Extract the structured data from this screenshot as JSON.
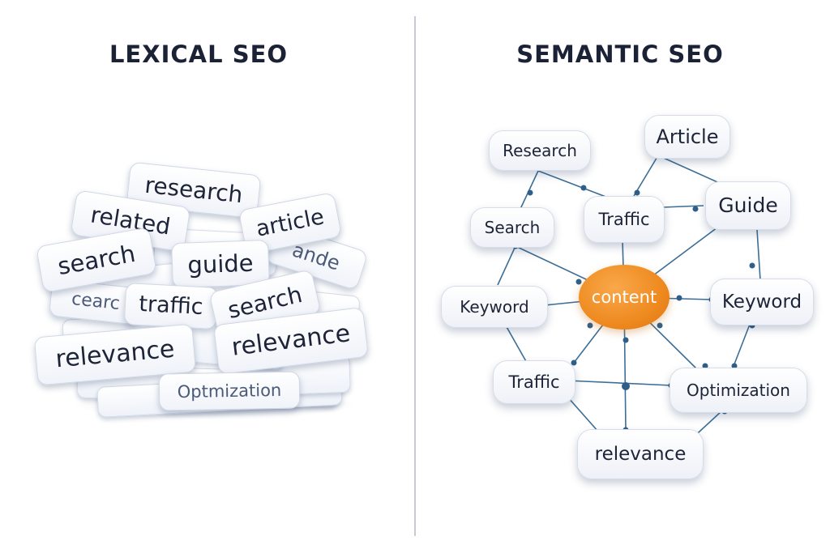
{
  "lexical": {
    "title": "LEXICAL SEO",
    "tags": {
      "research": "research",
      "related": "related",
      "article": "article",
      "search": "search",
      "guide": "guide",
      "fragment_ande": "ande",
      "fragment_cearc": "cearc",
      "traffic": "traffic",
      "search2": "search",
      "relevance1": "relevance",
      "relevance2": "relevance",
      "optimization": "Optmization"
    }
  },
  "semantic": {
    "title": "SEMANTIC SEO",
    "center": "content",
    "nodes": {
      "research": "Research",
      "article": "Article",
      "search": "Search",
      "traffic_top": "Traffic",
      "guide": "Guide",
      "keyword_left": "Keyword",
      "keyword_right": "Keyword",
      "traffic_bottom": "Traffic",
      "optimization": "Optimization",
      "relevance": "relevance"
    }
  },
  "colors": {
    "center": "#EE8A20",
    "edge": "#3C6E96",
    "title": "#1B2236",
    "divider": "#C5CAD6"
  }
}
